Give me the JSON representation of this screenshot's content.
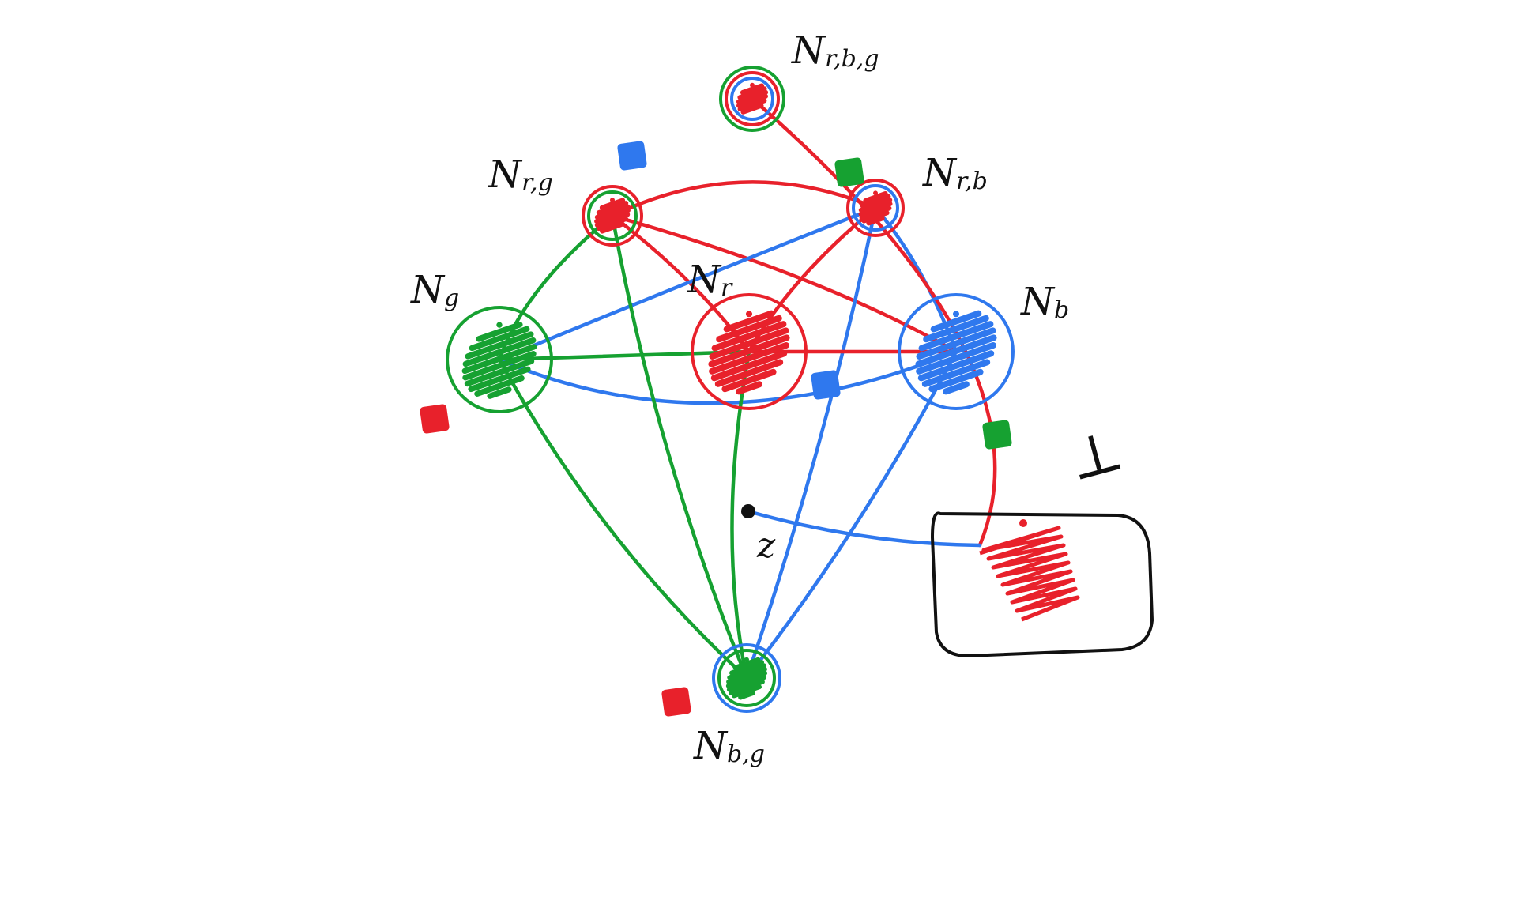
{
  "colors": {
    "red": "#e8212b",
    "blue": "#2f78ee",
    "green": "#16a131",
    "ink": "#111111"
  },
  "nodes": {
    "r": {
      "main": "N",
      "sub": "r",
      "fill": "red",
      "rings": [
        "red"
      ]
    },
    "g": {
      "main": "N",
      "sub": "g",
      "fill": "green",
      "rings": [
        "green"
      ]
    },
    "b": {
      "main": "N",
      "sub": "b",
      "fill": "blue",
      "rings": [
        "blue"
      ]
    },
    "rg": {
      "main": "N",
      "sub": "r,g",
      "fill": "red",
      "rings": [
        "green",
        "red"
      ]
    },
    "rb": {
      "main": "N",
      "sub": "r,b",
      "fill": "red",
      "rings": [
        "blue",
        "red"
      ]
    },
    "bg": {
      "main": "N",
      "sub": "b,g",
      "fill": "green",
      "rings": [
        "green",
        "blue"
      ]
    },
    "rbg": {
      "main": "N",
      "sub": "r,b,g",
      "fill": "red",
      "rings": [
        "blue",
        "red",
        "green"
      ]
    }
  },
  "terminals": {
    "bottom": {
      "label": "⊥",
      "fill": "red"
    },
    "z": {
      "label": "z"
    }
  },
  "edges": [
    {
      "from": "rg",
      "to": "rb",
      "color": "red"
    },
    {
      "from": "rg",
      "to": "r",
      "color": "red"
    },
    {
      "from": "rg",
      "to": "b",
      "color": "red"
    },
    {
      "from": "rb",
      "to": "r",
      "color": "red"
    },
    {
      "from": "rb",
      "to": "g",
      "color": "blue"
    },
    {
      "from": "rb",
      "to": "b",
      "color": "blue"
    },
    {
      "from": "rb",
      "to": "bg",
      "color": "blue"
    },
    {
      "from": "r",
      "to": "b",
      "color": "red"
    },
    {
      "from": "g",
      "to": "r",
      "color": "green"
    },
    {
      "from": "g",
      "to": "b",
      "color": "blue"
    },
    {
      "from": "g",
      "to": "rg",
      "color": "green"
    },
    {
      "from": "g",
      "to": "bg",
      "color": "green"
    },
    {
      "from": "rg",
      "to": "bg",
      "color": "green"
    },
    {
      "from": "r",
      "to": "bg",
      "color": "green"
    },
    {
      "from": "b",
      "to": "bg",
      "color": "blue"
    },
    {
      "from": "rbg",
      "to": "bottom",
      "color": "red"
    },
    {
      "from": "z",
      "to": "bottom",
      "color": "blue"
    }
  ],
  "markers": [
    {
      "color": "blue"
    },
    {
      "color": "green"
    },
    {
      "color": "red"
    },
    {
      "color": "blue"
    },
    {
      "color": "green"
    },
    {
      "color": "red"
    }
  ]
}
